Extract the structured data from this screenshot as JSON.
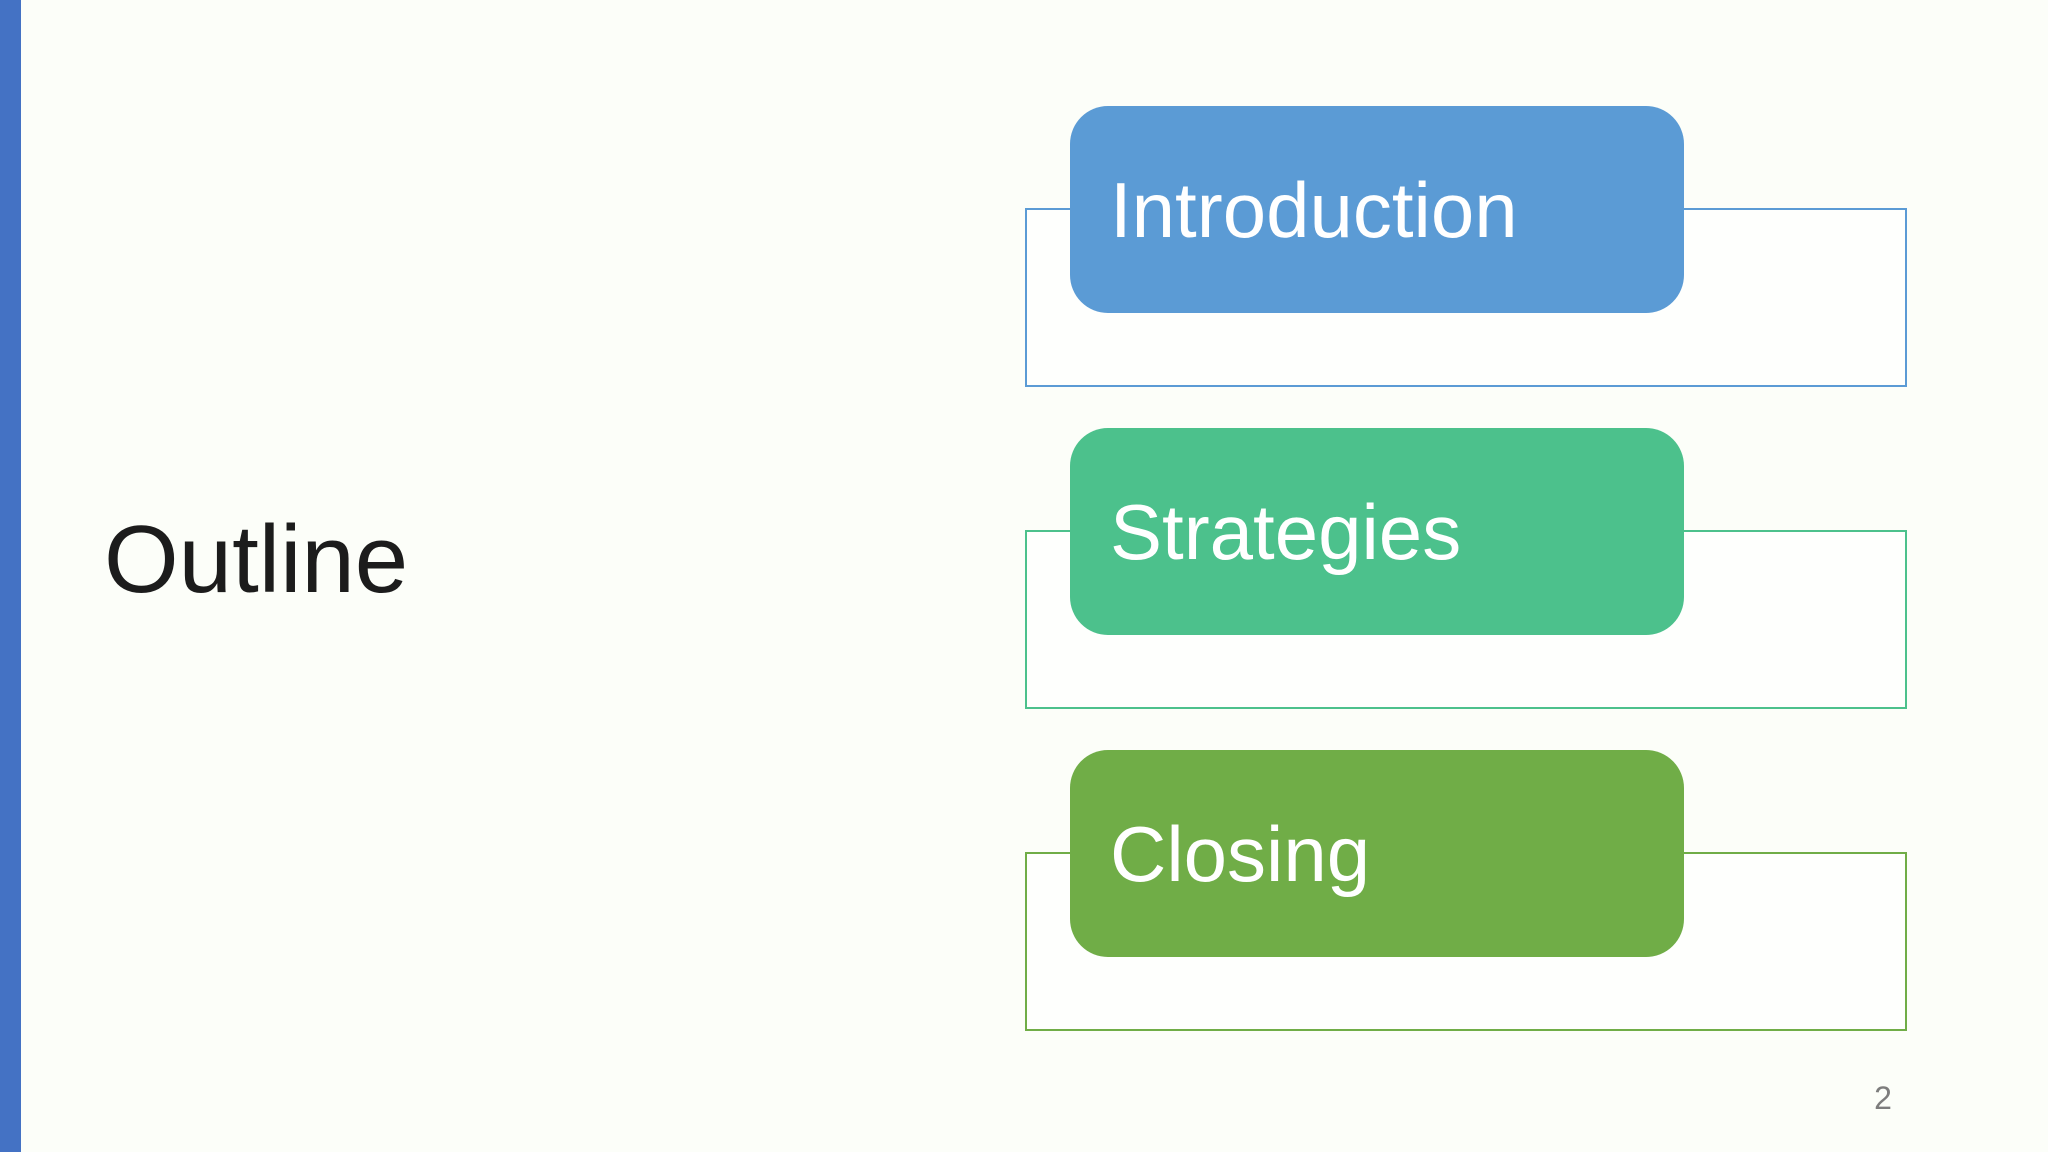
{
  "slide": {
    "title": "Outline",
    "page_number": "2"
  },
  "diagram": {
    "items": [
      {
        "label": "Introduction",
        "fill_color": "#5B9BD5",
        "border_color": "#5B9BD5"
      },
      {
        "label": "Strategies",
        "fill_color": "#4CC18C",
        "border_color": "#4CC18C"
      },
      {
        "label": "Closing",
        "fill_color": "#70AD47",
        "border_color": "#70AD47"
      }
    ]
  },
  "colors": {
    "accent_bar": "#4472C4",
    "slide_background": "#FCFEF9",
    "rect_fill": "#FEFFFD",
    "item_text": "#FFFFFF",
    "title_text": "#1C1C1C",
    "page_number_text": "#7D7D7D"
  }
}
